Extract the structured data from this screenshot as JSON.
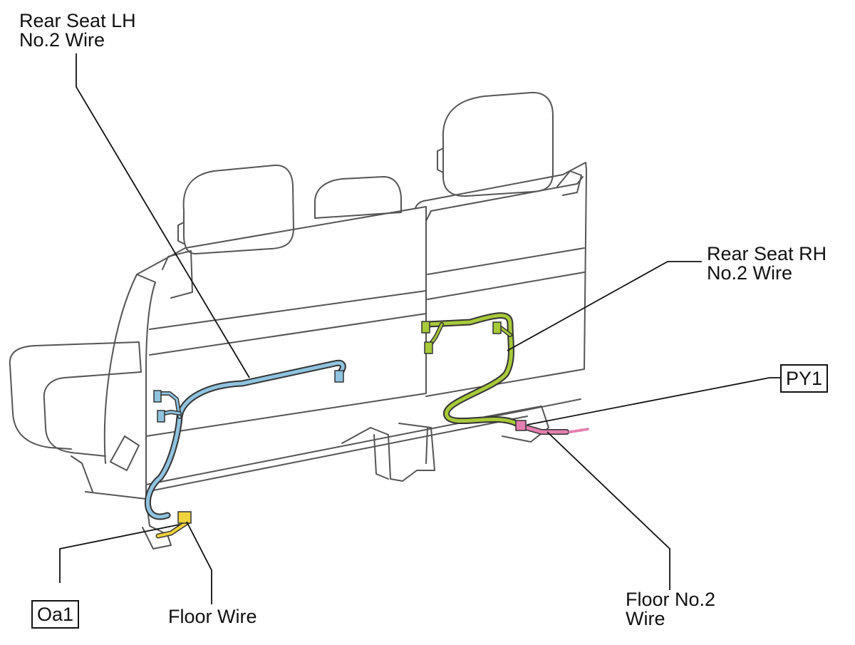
{
  "labels": {
    "rear_seat_lh": [
      "Rear Seat LH",
      "No.2 Wire"
    ],
    "rear_seat_rh": [
      "Rear Seat RH",
      "No.2 Wire"
    ],
    "floor_wire": "Floor Wire",
    "floor_no2": [
      "Floor No.2",
      "Wire"
    ]
  },
  "connectors": {
    "oa1": "Oa1",
    "py1": "PY1"
  },
  "colors": {
    "outline": "#555555",
    "leader": "#111111",
    "lh_wire": "#8fc3e0",
    "rh_wire": "#a7c93a",
    "floor_wire": "#f0d23c",
    "floor_no2_wire": "#e57fb0"
  }
}
